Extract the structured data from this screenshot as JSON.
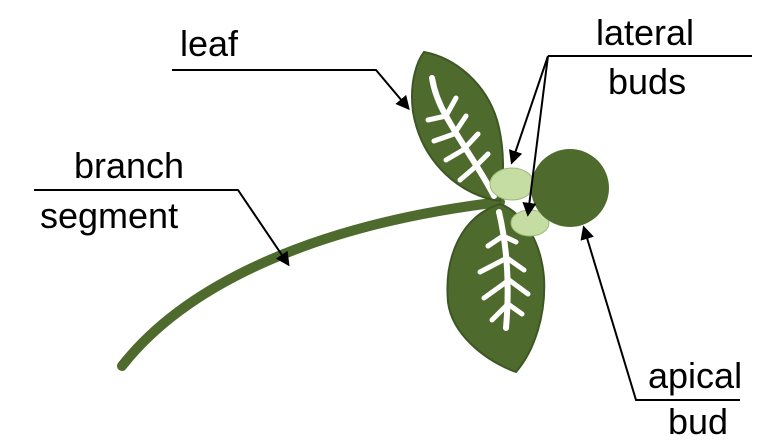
{
  "labels": {
    "leaf": "leaf",
    "branch_line1": "branch",
    "branch_line2": "segment",
    "lateral_line1": "lateral",
    "lateral_line2": "buds",
    "apical_line1": "apical",
    "apical_line2": "bud"
  },
  "colors": {
    "leaf": "#4e6b2d",
    "leaf_outline": "#3d5724",
    "vein": "#ffffff",
    "stem": "#4e6b2d",
    "apical_bud": "#4e6b2d",
    "lateral_bud": "#c5dca3",
    "pointer": "#000000"
  }
}
